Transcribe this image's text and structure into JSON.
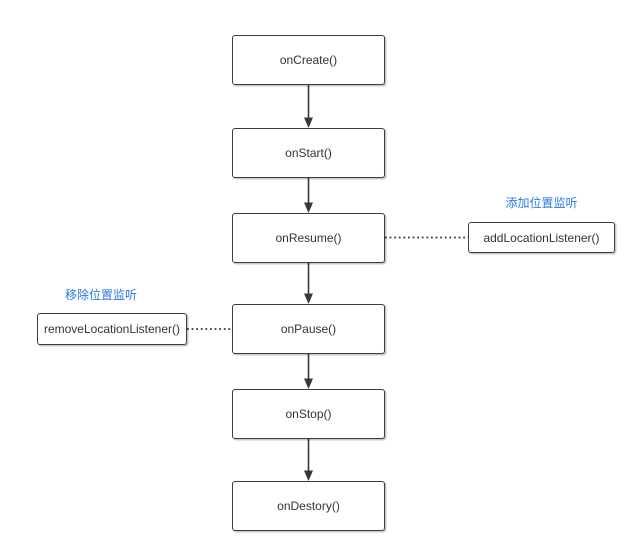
{
  "diagram": {
    "type": "flowchart",
    "colors": {
      "background": "#ffffff",
      "node_fill": "#ffffff",
      "node_border": "#3d3d3d",
      "node_text": "#333333",
      "connector": "#383838",
      "callout_text": "#2a7ae4"
    },
    "lifecycle_nodes": [
      {
        "label": "onCreate()"
      },
      {
        "label": "onStart()"
      },
      {
        "label": "onResume()"
      },
      {
        "label": "onPause()"
      },
      {
        "label": "onStop()"
      },
      {
        "label": "onDestory()"
      }
    ],
    "side_nodes": [
      {
        "label": "addLocationListener()",
        "callout": "添加位置监听"
      },
      {
        "label": "removeLocationListener()",
        "callout": "移除位置监听"
      }
    ]
  }
}
